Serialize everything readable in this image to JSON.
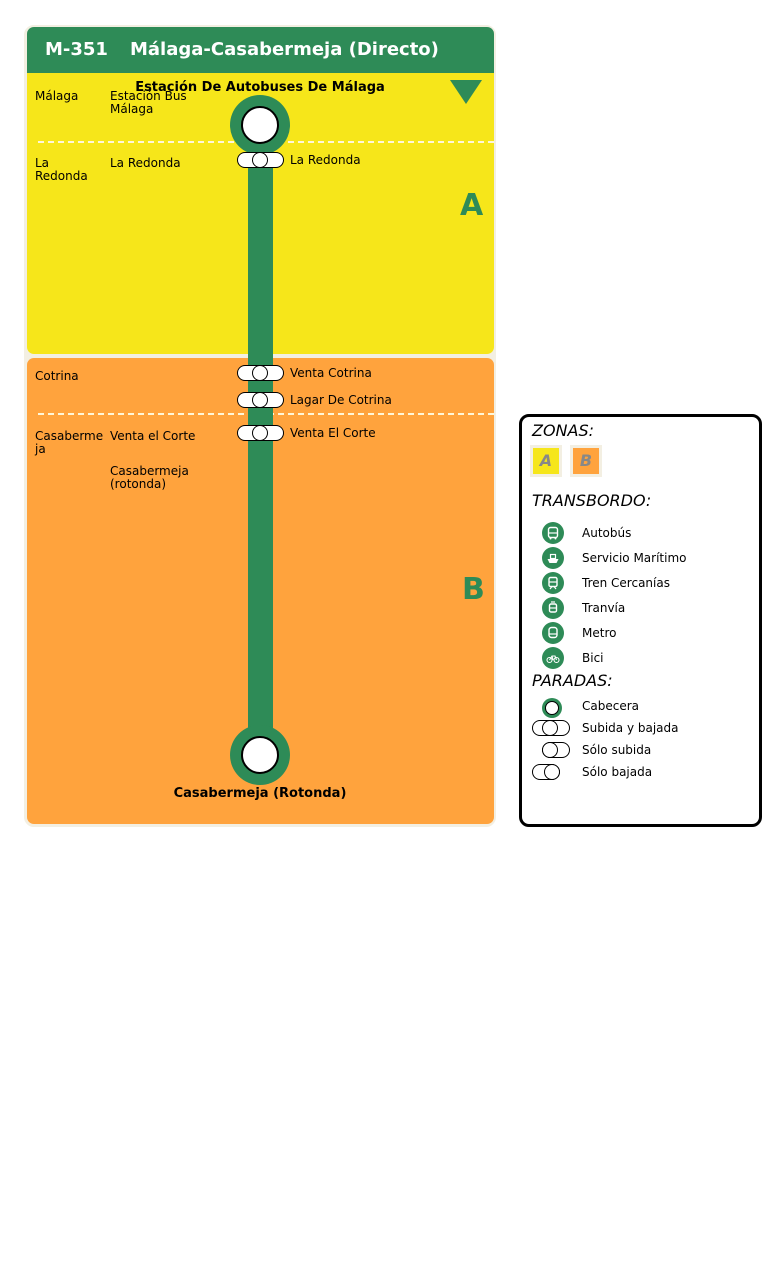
{
  "route": {
    "code": "M-351",
    "name": "Málaga-Casabermeja (Directo)"
  },
  "colors": {
    "route_green": "#2e8b57",
    "zone_a": "#f6e61a",
    "zone_b": "#ffa33d"
  },
  "zones": [
    {
      "letter": "A"
    },
    {
      "letter": "B"
    }
  ],
  "towns": [
    {
      "name": "Málaga",
      "stops": "Estación Bus\nMálaga"
    },
    {
      "name": "La\nRedonda",
      "stops": "La Redonda"
    },
    {
      "name": "Cotrina",
      "stops": ""
    },
    {
      "name": "Casaberme\nja",
      "stops": "Venta el Corte"
    }
  ],
  "extra_town_stop": "Casabermeja\n(rotonda)",
  "terminals": {
    "start": "Estación De Autobuses De Málaga",
    "end": "Casabermeja (Rotonda)"
  },
  "stops": [
    {
      "name": "La Redonda"
    },
    {
      "name": "Venta Cotrina"
    },
    {
      "name": "Lagar De Cotrina"
    },
    {
      "name": "Venta El Corte"
    }
  ],
  "legend": {
    "zones_title": "ZONAS:",
    "zone_a": "A",
    "zone_b": "B",
    "transfer_title": "TRANSBORDO:",
    "transfers": [
      {
        "icon": "bus-icon",
        "label": "Autobús"
      },
      {
        "icon": "ship-icon",
        "label": "Servicio Marítimo"
      },
      {
        "icon": "train-icon",
        "label": "Tren Cercanías"
      },
      {
        "icon": "tram-icon",
        "label": "Tranvía"
      },
      {
        "icon": "metro-icon",
        "label": "Metro"
      },
      {
        "icon": "bike-icon",
        "label": "Bici"
      }
    ],
    "stops_title": "PARADAS:",
    "stop_types": [
      {
        "label": "Cabecera"
      },
      {
        "label": "Subida y bajada"
      },
      {
        "label": "Sólo subida"
      },
      {
        "label": "Sólo bajada"
      }
    ]
  }
}
